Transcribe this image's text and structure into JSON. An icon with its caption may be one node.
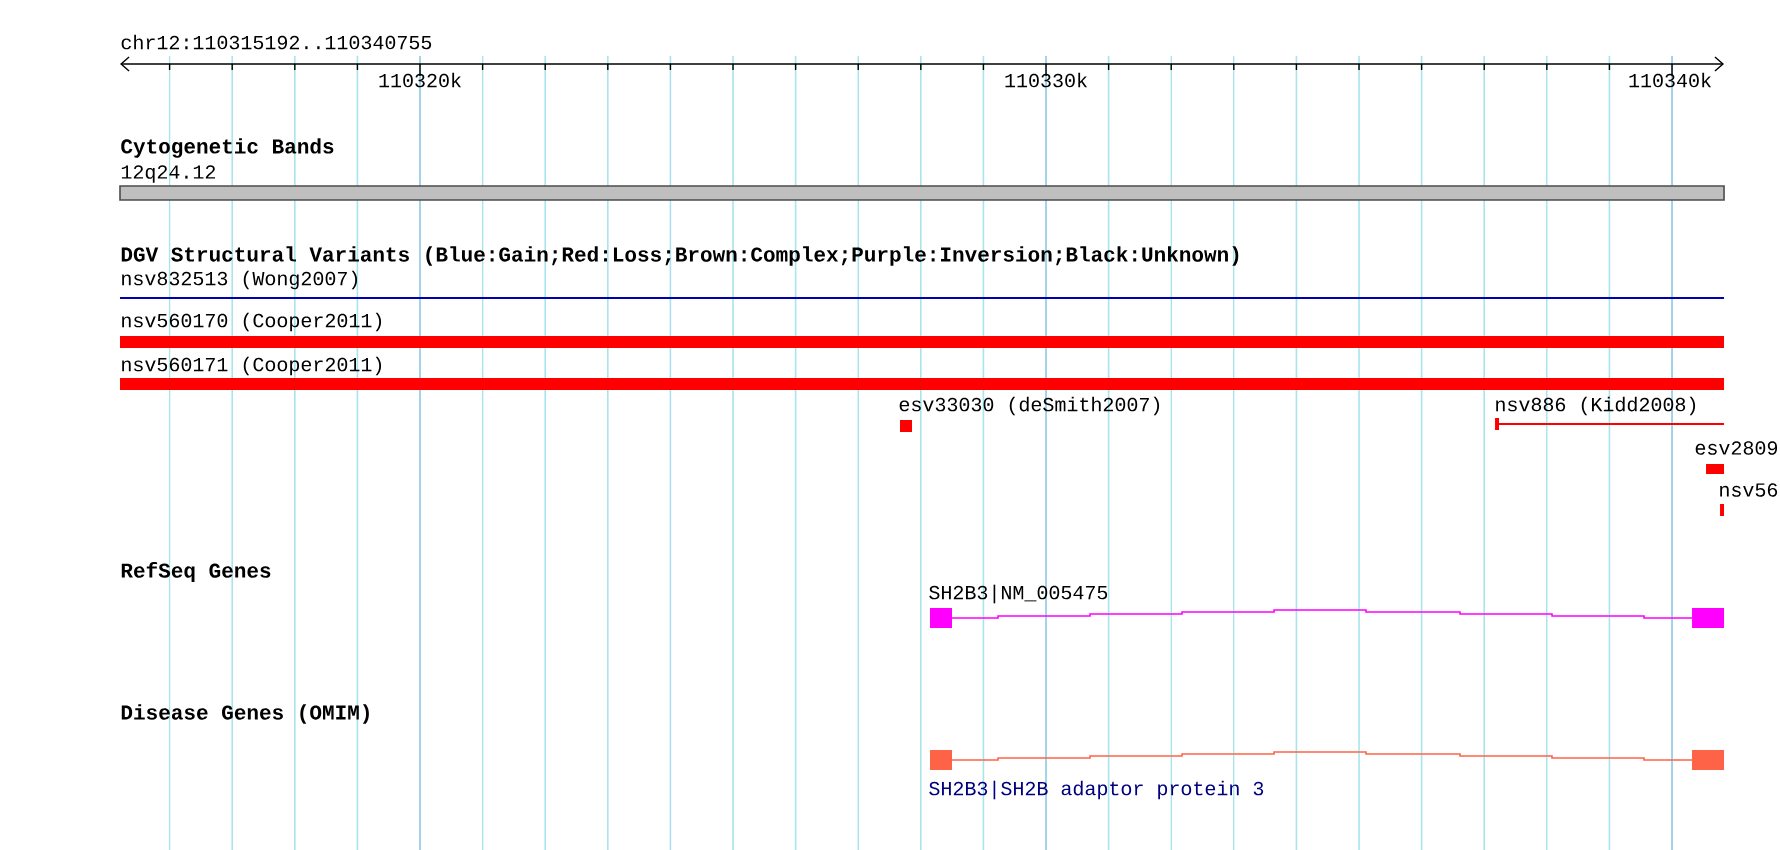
{
  "diagram": {
    "labels": [
      "chr12:110315192..110340755",
      "110320k",
      "110330k",
      "110340k",
      "Cytogenetic Bands",
      "12q24.12",
      "DGV Structural Variants (Blue:Gain;Red:Loss;Brown:Complex;Purple:Inversion;Black:Unknown)",
      "nsv832513 (Wong2007)",
      "nsv560170 (Cooper2011)",
      "nsv560171 (Cooper2011)",
      "esv33030 (deSmith2007)",
      "nsv886 (Kidd2008)",
      "esv2809",
      "nsv56",
      "RefSeq Genes",
      "SH2B3|NM_005475",
      "Disease Genes (OMIM)",
      "SH2B3|SH2B adaptor protein 3"
    ]
  }
}
